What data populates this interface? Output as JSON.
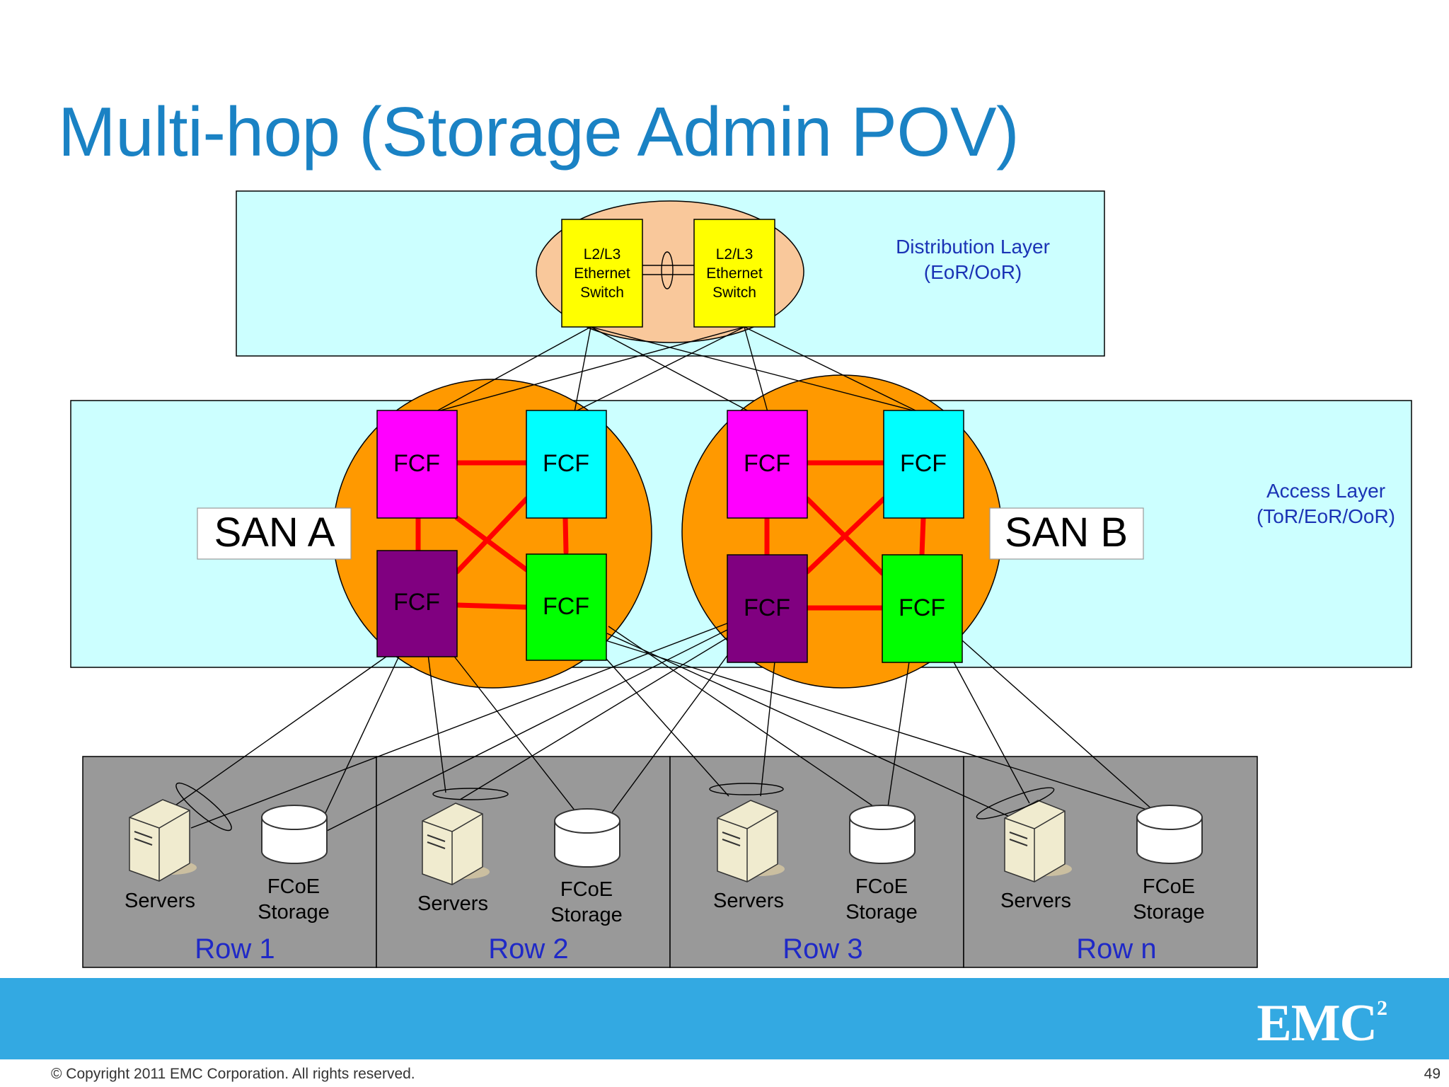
{
  "title": "Multi-hop (Storage Admin POV)",
  "colors": {
    "title": "#1a82c4",
    "layer_bg": "#ccffff",
    "ellipse_switch": "#f9c89b",
    "ellipse_san": "#ff9900",
    "switch_yellow": "#ffff00",
    "fcf_magenta": "#ff00ff",
    "fcf_cyan": "#00ffff",
    "fcf_purple": "#800080",
    "fcf_green": "#00ff00",
    "isl_red": "#ff0000",
    "rows_bg": "#999999",
    "row_label": "#1f29c7",
    "footer": "#33a9e2"
  },
  "distribution": {
    "label_line1": "Distribution Layer",
    "label_line2": "(EoR/OoR)",
    "switch_left": [
      "L2/L3",
      "Ethernet",
      "Switch"
    ],
    "switch_right": [
      "L2/L3",
      "Ethernet",
      "Switch"
    ]
  },
  "access": {
    "label_line1": "Access Layer",
    "label_line2": "(ToR/EoR/OoR)"
  },
  "san_a": {
    "label": "SAN A",
    "fcf_top_left": "FCF",
    "fcf_top_right": "FCF",
    "fcf_bottom_left": "FCF",
    "fcf_bottom_right": "FCF"
  },
  "san_b": {
    "label": "SAN B",
    "fcf_top_left": "FCF",
    "fcf_top_right": "FCF",
    "fcf_bottom_left": "FCF",
    "fcf_bottom_right": "FCF"
  },
  "rows": [
    {
      "label": "Row 1",
      "servers": "Servers",
      "storage_line1": "FCoE",
      "storage_line2": "Storage"
    },
    {
      "label": "Row 2",
      "servers": "Servers",
      "storage_line1": "FCoE",
      "storage_line2": "Storage"
    },
    {
      "label": "Row 3",
      "servers": "Servers",
      "storage_line1": "FCoE",
      "storage_line2": "Storage"
    },
    {
      "label": "Row n",
      "servers": "Servers",
      "storage_line1": "FCoE",
      "storage_line2": "Storage"
    }
  ],
  "footer": {
    "logo": "EMC",
    "logo_sup": "2",
    "copyright": "© Copyright 2011 EMC Corporation. All rights reserved.",
    "page_number": "49"
  }
}
